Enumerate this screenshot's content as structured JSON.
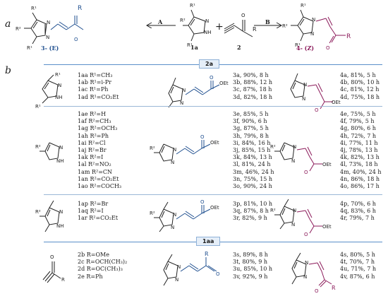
{
  "labels": {
    "a": "a",
    "b": "b"
  },
  "scheme_a": {
    "left_product": "3- (E)",
    "right_product": "4- (Z)",
    "arrow_left": "A",
    "arrow_right": "B",
    "reagent1": "1a",
    "plus": "+",
    "reagent2": "2"
  },
  "tags": {
    "tag1": "2a",
    "tag2": "1aa"
  },
  "sec1": {
    "subs": [
      "1aa R¹=CH₃",
      "1ab R¹=i-Pr",
      "1ac R¹=Ph",
      "1ad R¹=CO₂Et"
    ],
    "e": [
      "3a, 90%, 8 h",
      "3b, 88%, 12 h",
      "3c, 87%, 18 h",
      "3d, 82%, 18 h"
    ],
    "z": [
      "4a, 81%, 5 h",
      "4b, 80%, 10 h",
      "4c, 81%, 12 h",
      "4d, 75%, 18 h"
    ]
  },
  "sec2": {
    "subs": [
      "1ae R²=H",
      "1af R²=CH₃",
      "1ag R²=OCH₃",
      "1ah R²=Ph",
      "1ai R²=Cl",
      "1aj R²=Br",
      "1ak R²=I",
      "1al R²=NO₂",
      "1am R²=CN",
      "1an R²=CO₂Et",
      "1ao R²=COCH₃"
    ],
    "e": [
      "3e, 85%, 5 h",
      "3f, 90%, 6 h",
      "3g, 87%, 5 h",
      "3h, 79%, 8 h",
      "3i, 84%, 16 h",
      "3j, 85%, 15 h",
      "3k, 84%, 13 h",
      "3l, 81%, 24 h",
      "3m, 46%, 24 h",
      "3n, 75%, 15 h",
      "3o, 90%, 24 h"
    ],
    "z": [
      "4e, 75%, 5 h",
      "4f, 79%, 5 h",
      "4g, 80%, 6 h",
      "4h, 72%, 7 h",
      "4i, 77%, 11 h",
      "4j, 78%, 13 h",
      "4k, 82%, 13 h",
      "4l, 73%, 18 h",
      "4m, 40%, 24 h",
      "4n, 86%, 18 h",
      "4o, 86%, 17 h"
    ]
  },
  "sec3": {
    "subs": [
      "1ap R²=Br",
      "1aq R²=I",
      "1ar R²=CO₂Et"
    ],
    "e": [
      "3p, 81%, 10 h",
      "3q, 87%, 8 h",
      "3r, 82%, 9 h"
    ],
    "z": [
      "4p, 70%, 6 h",
      "4q, 83%, 6 h",
      "4r, 79%, 7 h"
    ]
  },
  "sec4": {
    "subs": [
      "2b R=OMe",
      "2c R=OCH(CH₃)₂",
      "2d R=OC(CH₃)₃",
      "2e R=Ph"
    ],
    "e": [
      "3s, 89%, 8 h",
      "3t, 80%, 9 h",
      "3u, 85%, 10 h",
      "3v, 92%, 9 h"
    ],
    "z": [
      "4s, 80%, 5 h",
      "4t, 70%, 7 h",
      "4u, 71%, 7 h",
      "4v, 87%, 6 h"
    ]
  },
  "atoms": {
    "R": "R",
    "R1": "R¹",
    "R2": "R²",
    "N": "N",
    "NH": "NH",
    "H": "H",
    "O": "O",
    "OEt": "OEt"
  },
  "colors": {
    "e_product": "#1f4f8f",
    "z_product": "#8b1a5a",
    "section_line": "#5a8fc9"
  }
}
